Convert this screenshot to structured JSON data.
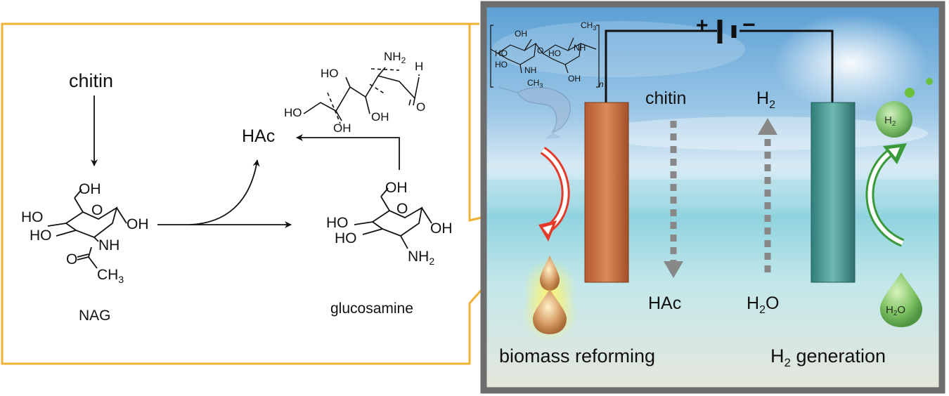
{
  "scheme": {
    "chitin": "chitin",
    "nag_label": "NAG",
    "glucosamine_label": "glucosamine",
    "hac": "HAc"
  },
  "nag_structure": {
    "oh_top": "OH",
    "ho_1": "HO",
    "ho_2": "HO",
    "oh_right": "OH",
    "nh": "NH",
    "o_ring": "O",
    "o_carbonyl": "O",
    "ch3": "CH",
    "ch3_sub": "3"
  },
  "glucosamine_structure": {
    "oh_top": "OH",
    "ho_1": "HO",
    "ho_2": "HO",
    "oh_right": "OH",
    "nh2": "NH",
    "nh2_sub": "2",
    "o_ring": "O"
  },
  "open_chain_structure": {
    "nh2": "NH",
    "nh2_sub": "2",
    "h": "H",
    "o": "O",
    "ho_1": "HO",
    "ho_2": "HO",
    "oh_1": "OH",
    "oh_2": "OH"
  },
  "chitin_polymer": {
    "oh": "OH",
    "ho": "HO",
    "nh_1": "NH",
    "nh_2": "NH",
    "ho_2": "HO",
    "ho_3": "HO",
    "oh_2": "OH",
    "ch3_1": "CH",
    "ch3_1_sub": "3",
    "ch3_2": "CH",
    "ch3_2_sub": "3",
    "o": "O",
    "n": "n"
  },
  "cell": {
    "plus": "+",
    "minus": "−",
    "chitin": "chitin",
    "hac": "HAc",
    "h2": "H",
    "h2_sub": "2",
    "h2o": "H",
    "h2o_sub": "2",
    "h2o_tail": "O",
    "biomass_reforming": "biomass reforming",
    "h2_generation_pre": "H",
    "h2_generation_sub": "2",
    "h2_generation_post": " generation",
    "drop_h2": "H",
    "drop_h2_sub": "2",
    "drop_h2o": "H",
    "drop_h2o_sub": "2",
    "drop_h2o_tail": "O"
  },
  "colors": {
    "frame_orange": "#f0b233",
    "panel_border": "#6d6d6d",
    "anode": "#c8703f",
    "cathode": "#4a9a93",
    "red_arrow": "#e53a2a",
    "green_arrow": "#3a9a3a",
    "grey_arrow": "#888888"
  }
}
